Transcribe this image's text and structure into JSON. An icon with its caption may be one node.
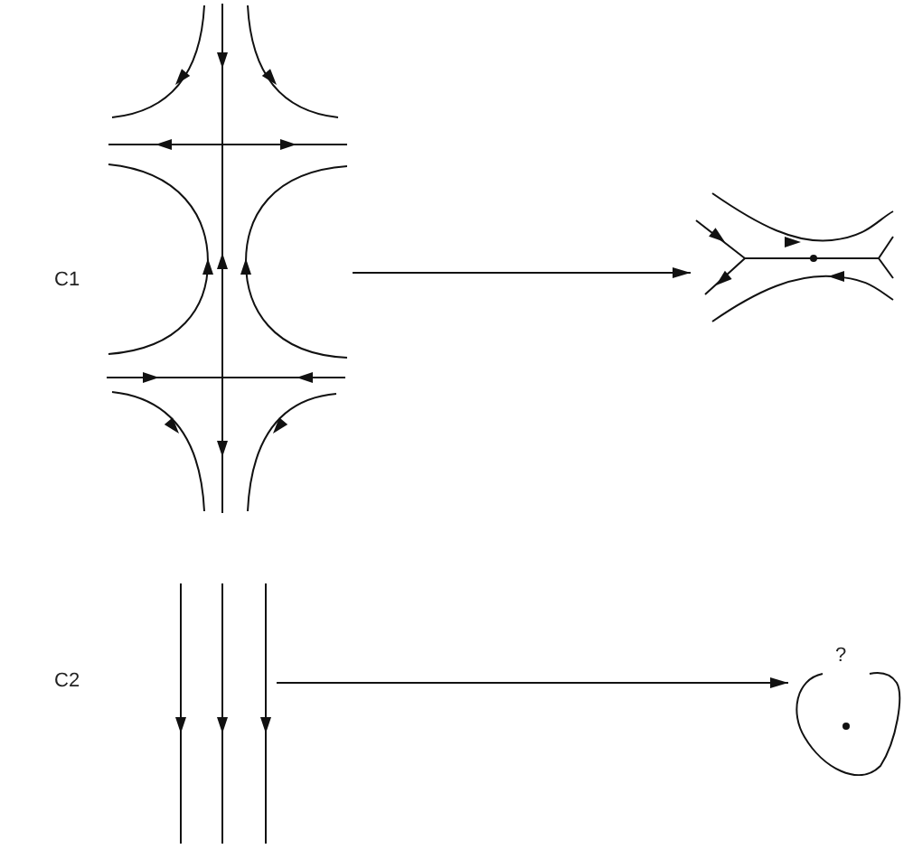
{
  "diagram": {
    "nodes": [
      {
        "text": [],
        "shape": "picture"
      },
      {
        "text": [],
        "shape": "picture"
      },
      {
        "text": [],
        "shape": "picture"
      },
      {
        "text": [],
        "shape": "circle",
        "beside": [
          "?"
        ]
      }
    ],
    "edges": [
      {
        "from": 0,
        "to": 1,
        "arrow": "to"
      },
      {
        "from": 2,
        "to": 3,
        "arrow": "to"
      }
    ],
    "labels": [
      "C1",
      "C2"
    ]
  }
}
